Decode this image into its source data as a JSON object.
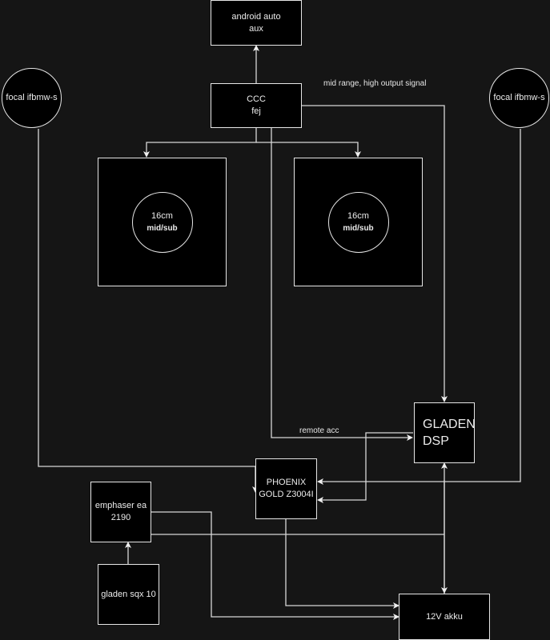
{
  "nodes": {
    "android_auto": {
      "line1": "android auto",
      "line2": "aux"
    },
    "ccc": {
      "line1": "CCC",
      "line2": "fej"
    },
    "focal_left": {
      "label": "focal ifbmw-s"
    },
    "focal_right": {
      "label": "focal ifbmw-s"
    },
    "speaker_left": {
      "size": "16cm",
      "type": "mid/sub"
    },
    "speaker_right": {
      "size": "16cm",
      "type": "mid/sub"
    },
    "gladen_dsp": {
      "line1": "GLADEN",
      "line2": "DSP"
    },
    "phoenix_gold": {
      "line1": "PHOENIX",
      "line2": "GOLD Z3004I"
    },
    "emphaser": {
      "line1": "emphaser ea",
      "line2": "2190"
    },
    "gladen_sqx": {
      "label": "gladen sqx 10"
    },
    "battery": {
      "label": "12V akku"
    }
  },
  "edge_labels": {
    "signal": "mid range, high output signal",
    "remote": "remote acc"
  }
}
